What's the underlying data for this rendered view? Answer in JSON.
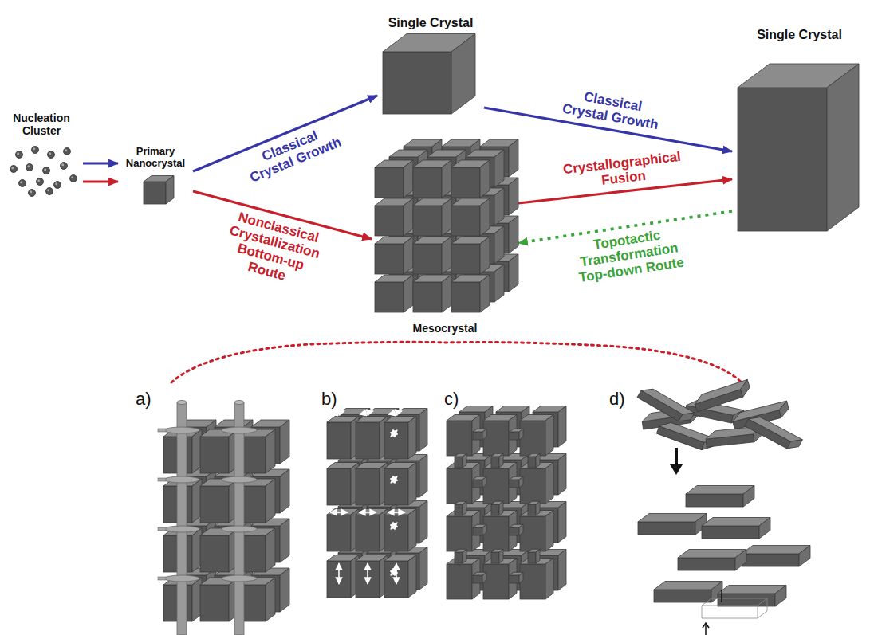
{
  "diagram": {
    "nodes": [
      {
        "text": [
          "Nucleation Cluster"
        ]
      },
      {
        "text": [
          "Primary Nanocrystal"
        ]
      },
      {
        "text": [
          "Single Crystal"
        ]
      },
      {
        "text": [
          "Mesocrystal"
        ]
      },
      {
        "text": [
          "Single Crystal"
        ]
      }
    ],
    "edges": [
      {
        "from": 0,
        "to": 1,
        "arrow": "to"
      },
      {
        "from": 0,
        "to": 1,
        "arrow": "to"
      },
      {
        "from": 1,
        "to": 2,
        "arrow": "to",
        "label": "Classical Crystal Growth"
      },
      {
        "from": 1,
        "to": 3,
        "arrow": "to",
        "label": "Nonclassical Crystallization Bottom-up Route"
      },
      {
        "from": 2,
        "to": 4,
        "arrow": "to",
        "label": "Classical Crystal Growth"
      },
      {
        "from": 3,
        "to": 4,
        "arrow": "to",
        "label": "Crystallographical Fusion"
      },
      {
        "from": 4,
        "to": 3,
        "arrow": "to",
        "label": "Topotactic Transformation Top-down Route"
      }
    ],
    "labels": [
      "a)",
      "b)",
      "c)",
      "d)"
    ]
  }
}
